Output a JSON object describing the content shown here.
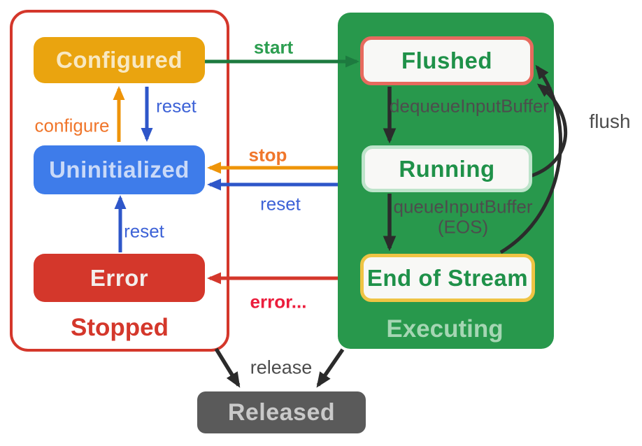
{
  "groups": {
    "stopped": {
      "label": "Stopped"
    },
    "executing": {
      "label": "Executing"
    }
  },
  "states": {
    "configured": {
      "label": "Configured"
    },
    "uninitialized": {
      "label": "Uninitialized"
    },
    "error": {
      "label": "Error"
    },
    "flushed": {
      "label": "Flushed"
    },
    "running": {
      "label": "Running"
    },
    "end_of_stream": {
      "label": "End of Stream"
    },
    "released": {
      "label": "Released"
    }
  },
  "transitions": {
    "start": {
      "label": "start",
      "color": "#2C9E50"
    },
    "reset_from_configured": {
      "label": "reset",
      "color": "#3E63D7"
    },
    "configure": {
      "label": "configure",
      "color": "#F0762B"
    },
    "stop": {
      "label": "stop",
      "color": "#F0762B"
    },
    "reset_from_executing": {
      "label": "reset",
      "color": "#3E63D7"
    },
    "reset_from_error": {
      "label": "reset",
      "color": "#3E63D7"
    },
    "error": {
      "label": "error...",
      "color": "#EB1D3C"
    },
    "dequeue_input_buffer": {
      "label": "dequeueInputBuffer",
      "color": "#4D4D4D"
    },
    "queue_input_buffer": {
      "label": "queueInputBuffer",
      "label2": "(EOS)",
      "color": "#4D4D4D"
    },
    "flush": {
      "label": "flush",
      "color": "#4D4D4D"
    },
    "release": {
      "label": "release",
      "color": "#4D4D4D"
    }
  },
  "colors": {
    "stopped_border": "#D4372B",
    "executing_bg": "#28984C",
    "configured_bg": "#EAA40F",
    "uninitialized_bg": "#3E7CEA",
    "error_bg": "#D4372B",
    "state_text_green": "#1F9149",
    "flushed_border": "#E76A5E",
    "running_border": "#BEE4CB",
    "end_of_stream_border": "#EFC444",
    "released_bg": "#5A5A5A",
    "arrow_green": "#1D7A3F",
    "arrow_blue": "#2E56C9",
    "arrow_orange": "#EE9409",
    "arrow_red": "#D4372B",
    "arrow_black": "#2B2B2B"
  }
}
